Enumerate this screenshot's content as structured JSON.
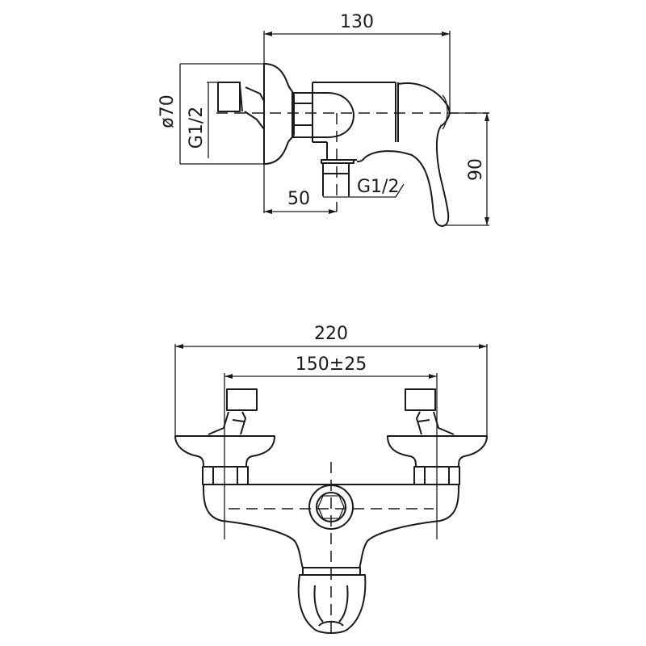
{
  "side_view": {
    "overall_depth": "130",
    "plate_diameter": "ø70",
    "inlet_thread": "G1/2",
    "outlet_offset": "50",
    "outlet_thread": "G1/2",
    "height": "90"
  },
  "front_view": {
    "overall_width": "220",
    "inlet_spacing": "150±25"
  },
  "colors": {
    "line": "#1a1a1a",
    "background": "#ffffff"
  }
}
